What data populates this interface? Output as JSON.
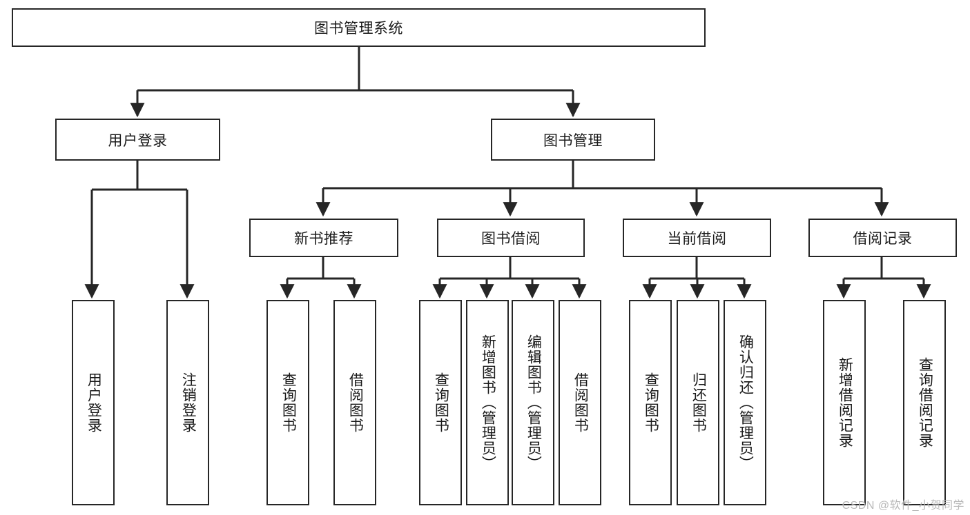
{
  "diagram": {
    "type": "hierarchy-tree",
    "title": "图书管理系统",
    "root": {
      "label": "图书管理系统"
    },
    "level2": [
      {
        "id": "user-login",
        "label": "用户登录"
      },
      {
        "id": "book-manage",
        "label": "图书管理"
      }
    ],
    "level3": [
      {
        "id": "new-book-rec",
        "label": "新书推荐",
        "parent": "book-manage"
      },
      {
        "id": "book-borrow",
        "label": "图书借阅",
        "parent": "book-manage"
      },
      {
        "id": "current-borrow",
        "label": "当前借阅",
        "parent": "book-manage"
      },
      {
        "id": "borrow-record",
        "label": "借阅记录",
        "parent": "book-manage"
      }
    ],
    "leaves": [
      {
        "id": "leaf-1",
        "label": "用户登录",
        "parent": "user-login"
      },
      {
        "id": "leaf-2",
        "label": "注销登录",
        "parent": "user-login"
      },
      {
        "id": "leaf-3",
        "label": "查询图书",
        "parent": "new-book-rec"
      },
      {
        "id": "leaf-4",
        "label": "借阅图书",
        "parent": "new-book-rec"
      },
      {
        "id": "leaf-5",
        "label": "查询图书",
        "parent": "book-borrow"
      },
      {
        "id": "leaf-6",
        "label": "新增图书（管理员）",
        "parent": "book-borrow"
      },
      {
        "id": "leaf-7",
        "label": "编辑图书（管理员）",
        "parent": "book-borrow"
      },
      {
        "id": "leaf-8",
        "label": "借阅图书",
        "parent": "book-borrow"
      },
      {
        "id": "leaf-9",
        "label": "查询图书",
        "parent": "current-borrow"
      },
      {
        "id": "leaf-10",
        "label": "归还图书",
        "parent": "current-borrow"
      },
      {
        "id": "leaf-11",
        "label": "确认归还（管理员）",
        "parent": "current-borrow"
      },
      {
        "id": "leaf-12",
        "label": "新增借阅记录",
        "parent": "borrow-record"
      },
      {
        "id": "leaf-13",
        "label": "查询借阅记录",
        "parent": "borrow-record"
      }
    ]
  },
  "watermark": {
    "text": "CSDN @软件_小贺同学"
  },
  "colors": {
    "stroke": "#262626",
    "fill": "#ffffff",
    "text": "#1a1a1a",
    "watermark": "#b8b8b8"
  }
}
